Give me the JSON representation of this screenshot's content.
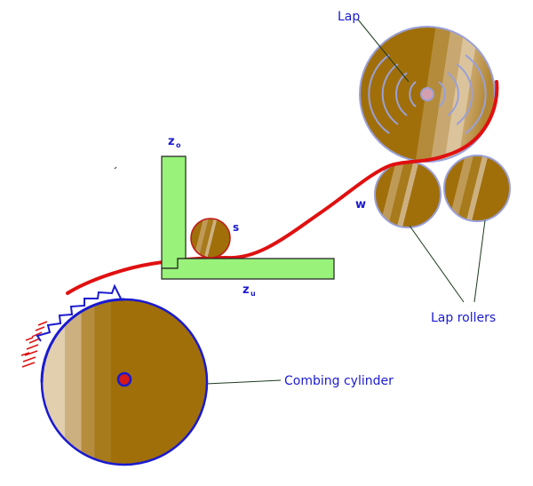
{
  "labels": {
    "lap": "Lap",
    "lap_rollers": "Lap rollers",
    "combing_cylinder": "Combing cylinder",
    "w": "w",
    "s": "s",
    "z_top_base": "z",
    "z_top_sub": "o",
    "z_bottom_base": "z",
    "z_bottom_sub": "u"
  },
  "colors": {
    "label_text": "#1a1ad0",
    "fibre_web": "#e01010",
    "nipper_jaw": "#99f27a",
    "roller_bronze": "#a4740b",
    "roller_edge": "#9aa0d8",
    "cylinder_edge": "#1a1ad0",
    "needle_teeth": "#1a1ad0"
  }
}
